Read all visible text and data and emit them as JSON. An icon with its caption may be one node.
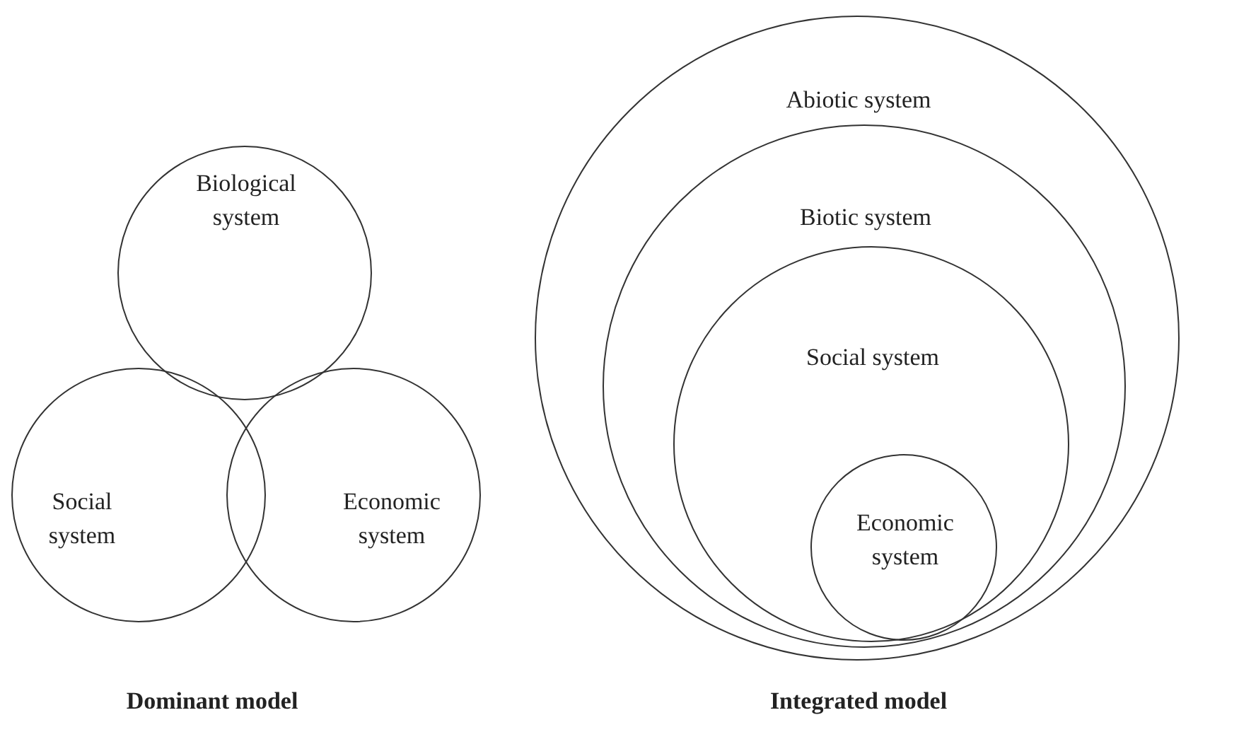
{
  "diagram": {
    "nodes": [
      {
        "text": [
          "Biological system"
        ]
      },
      {
        "text": [
          "Social system"
        ]
      },
      {
        "text": [
          "Economic system"
        ]
      },
      {
        "text": [
          "Abiotic system"
        ]
      },
      {
        "text": [
          "Biotic system"
        ],
        "in": 3
      },
      {
        "text": [
          "Social system"
        ],
        "in": 4
      },
      {
        "text": [
          "Economic system"
        ],
        "in": 5
      }
    ],
    "edges": [],
    "labels": [
      "Dominant model",
      "Integrated model"
    ]
  }
}
